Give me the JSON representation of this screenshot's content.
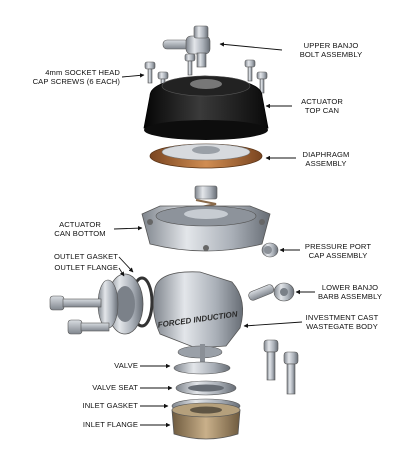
{
  "labels": {
    "upper_banjo": [
      "UPPER BANJO",
      "BOLT ASSEMBLY"
    ],
    "cap_screws": [
      "4mm SOCKET HEAD",
      "CAP SCREWS (6 EACH)"
    ],
    "top_can": [
      "ACTUATOR",
      "TOP CAN"
    ],
    "diaphragm": [
      "DIAPHRAGM",
      "ASSEMBLY"
    ],
    "can_bottom": [
      "ACTUATOR",
      "CAN BOTTOM"
    ],
    "pressure_port": [
      "PRESSURE PORT",
      "CAP ASSEMBLY"
    ],
    "outlet_gasket": "OUTLET GASKET",
    "outlet_flange": "OUTLET FLANGE",
    "lower_banjo": [
      "LOWER BANJO",
      "BARB ASSEMBLY"
    ],
    "wastegate_body": [
      "INVESTMENT CAST",
      "WASTEGATE BODY"
    ],
    "valve": "VALVE",
    "valve_seat": "VALVE SEAT",
    "inlet_gasket": "INLET GASKET",
    "inlet_flange": "INLET FLANGE"
  },
  "body_logo": "FORCED INDUCTION",
  "colors": {
    "top_can": "#1b1b1b",
    "diaphragm": "#b8743d",
    "metal": "#b9bec6",
    "metal_dark": "#6d737c",
    "bronze": "#a58a63"
  }
}
